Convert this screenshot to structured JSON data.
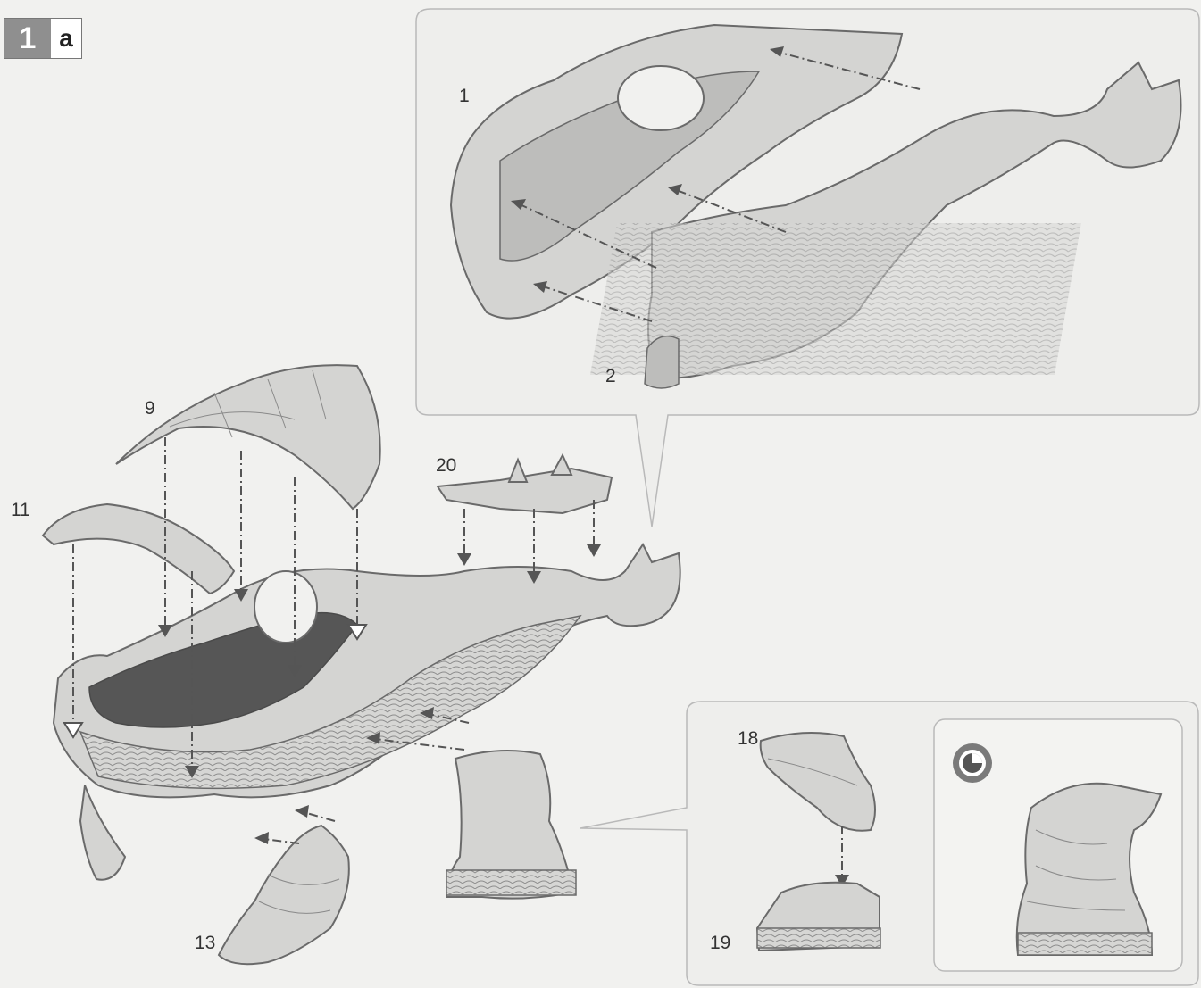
{
  "step": {
    "number": "1",
    "sub": "a"
  },
  "labels": {
    "p1": "1",
    "p2": "2",
    "p9": "9",
    "p11": "11",
    "p13": "13",
    "p18": "18",
    "p19": "19",
    "p20": "20"
  },
  "icons": {
    "glue": "glue-point-icon"
  }
}
